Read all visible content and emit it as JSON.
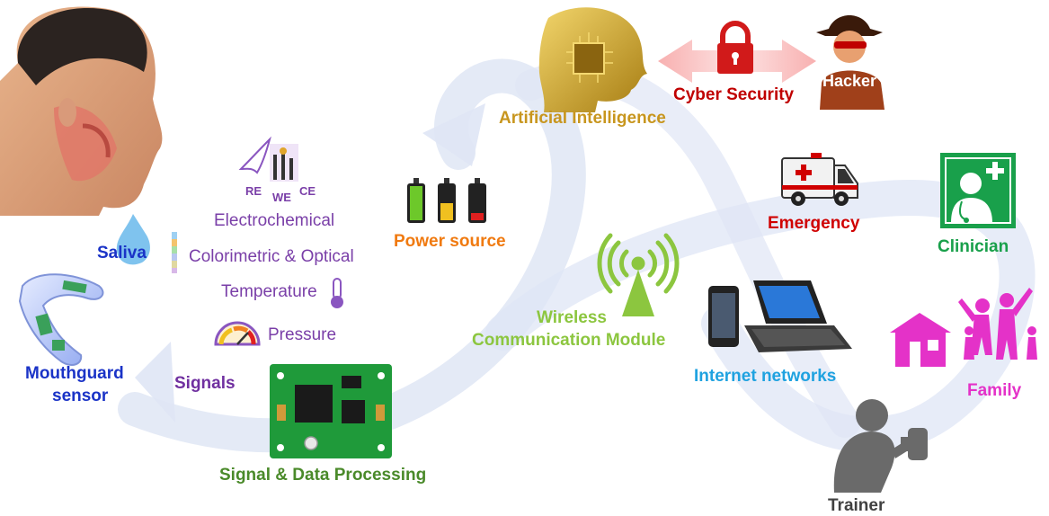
{
  "labels": {
    "saliva": "Saliva",
    "mouthguard_sensor_line1": "Mouthguard",
    "mouthguard_sensor_line2": "sensor",
    "signals": "Signals",
    "electrode_re": "RE",
    "electrode_we": "WE",
    "electrode_ce": "CE",
    "electrochemical": "Electrochemical",
    "colorimetric_optical": "Colorimetric & Optical",
    "temperature": "Temperature",
    "pressure": "Pressure",
    "power_source": "Power source",
    "signal_data_processing": "Signal & Data Processing",
    "artificial_intelligence": "Artificial Intelligence",
    "cyber_security": "Cyber Security",
    "hacker": "Hacker",
    "wireless_line1": "Wireless",
    "wireless_line2": "Communication Module",
    "emergency": "Emergency",
    "clinician": "Clinician",
    "internet_networks": "Internet networks",
    "family": "Family",
    "trainer": "Trainer"
  },
  "colors": {
    "saliva": "#1a33c7",
    "mouthguard": "#1a33c7",
    "signals": "#7030a0",
    "sensor_types": "#7a3fa8",
    "power_source": "#f07a10",
    "signal_processing": "#4a8a2a",
    "ai": "#c8961e",
    "cyber_security": "#c00000",
    "wireless": "#8cc63f",
    "emergency": "#d00000",
    "clinician": "#19a04b",
    "internet": "#1fa2e0",
    "family": "#e432c8",
    "trainer": "#404040",
    "loop_arrow": "#dce4f4"
  }
}
